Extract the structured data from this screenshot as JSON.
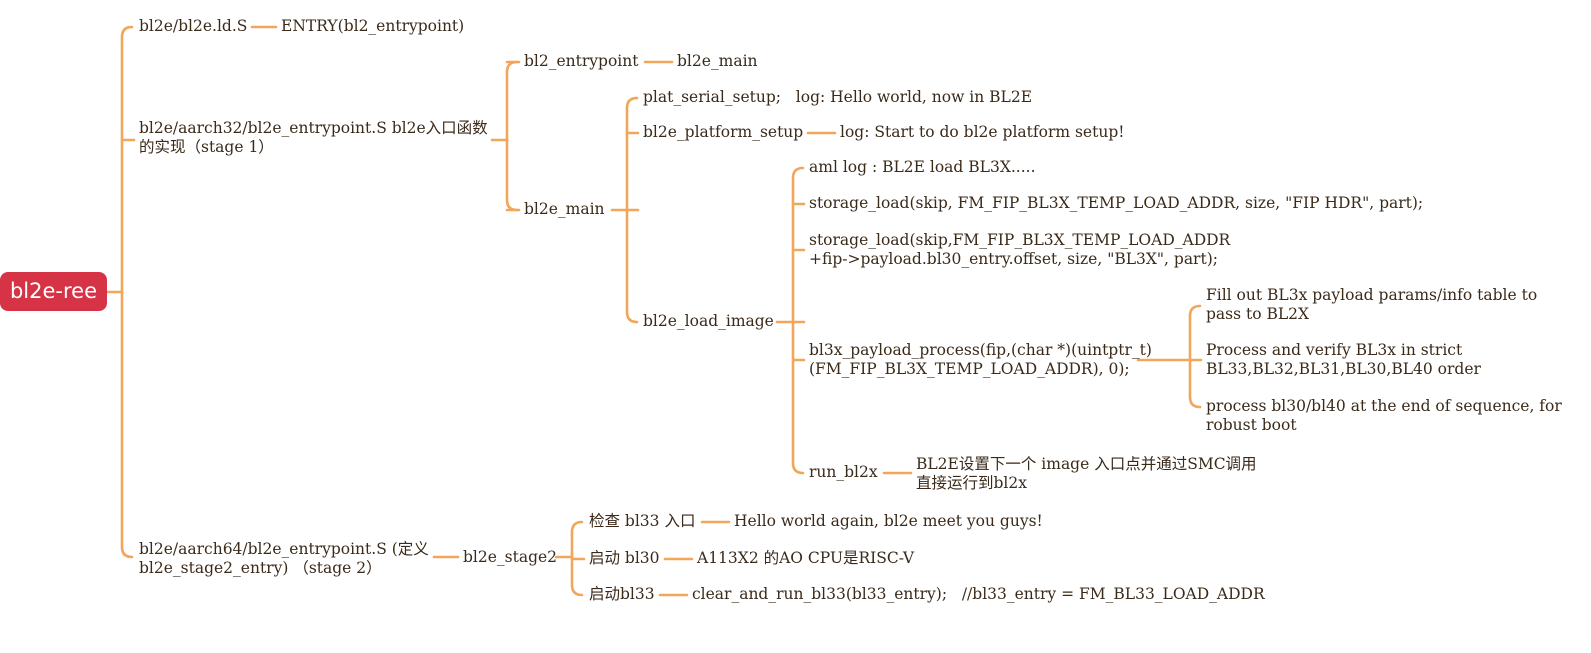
{
  "mindmap": {
    "root": "bl2e-ree",
    "colors": {
      "branch": "#f2a65a",
      "root_fill": "#d63346",
      "root_text": "#ffffff",
      "text": "#3a2a1a"
    },
    "nodes": {
      "n1": "bl2e/bl2e.ld.S",
      "n1a": "ENTRY(bl2_entrypoint)",
      "n2": "bl2e/aarch32/bl2e_entrypoint.S bl2e入口函数\n的实现（stage 1）",
      "n2a": "bl2_entrypoint",
      "n2a1": "bl2e_main",
      "n2b": "bl2e_main",
      "n2b1": "plat_serial_setup;   log: Hello world, now in BL2E",
      "n2b2": "bl2e_platform_setup",
      "n2b2a": "log: Start to do bl2e platform setup!",
      "n2b3": "bl2e_load_image",
      "n2b3a": "aml log : BL2E load BL3X.....",
      "n2b3b": "storage_load(skip, FM_FIP_BL3X_TEMP_LOAD_ADDR, size, \"FIP HDR\", part);",
      "n2b3c": "storage_load(skip,FM_FIP_BL3X_TEMP_LOAD_ADDR\n+fip->payload.bl30_entry.offset, size, \"BL3X\", part);",
      "n2b3d": "bl3x_payload_process(fip,(char *)(uintptr_t)\n(FM_FIP_BL3X_TEMP_LOAD_ADDR), 0);",
      "n2b3d1": "Fill out BL3x payload params/info table to\npass to BL2X",
      "n2b3d2": "Process and verify BL3x in strict\nBL33,BL32,BL31,BL30,BL40 order",
      "n2b3d3": "process bl30/bl40 at the end of sequence, for\nrobust boot",
      "n2b3e": "run_bl2x",
      "n2b3e1": "BL2E设置下一个 image 入口点并通过SMC调用\n直接运行到bl2x",
      "n3": "bl2e/aarch64/bl2e_entrypoint.S (定义\nbl2e_stage2_entry) （stage 2）",
      "n3a": "bl2e_stage2",
      "n3a1": "检查 bl33 入口",
      "n3a1a": "Hello world again, bl2e meet you guys!",
      "n3a2": "启动 bl30",
      "n3a2a": "A113X2 的AO CPU是RISC-V",
      "n3a3": "启动bl33",
      "n3a3a": "clear_and_run_bl33(bl33_entry);   //bl33_entry = FM_BL33_LOAD_ADDR"
    }
  }
}
